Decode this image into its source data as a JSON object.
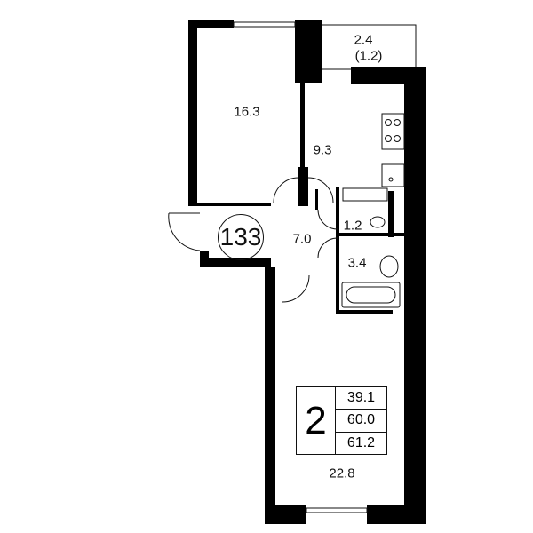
{
  "apartment_number": "133",
  "rooms": [
    {
      "id": "bedroom",
      "area": "16.3"
    },
    {
      "id": "balcony",
      "area": "2.4",
      "reduced_area": "(1.2)"
    },
    {
      "id": "kitchen",
      "area": "9.3"
    },
    {
      "id": "toilet",
      "area": "1.2"
    },
    {
      "id": "hall",
      "area": "7.0"
    },
    {
      "id": "bathroom",
      "area": "3.4"
    },
    {
      "id": "living-room",
      "area": "22.8"
    }
  ],
  "summary": {
    "room_count": "2",
    "living_area": "39.1",
    "total_area": "60.0",
    "total_area_with_balcony": "61.2"
  },
  "colors": {
    "wall": "#000000",
    "line": "#111111",
    "background": "#ffffff"
  }
}
